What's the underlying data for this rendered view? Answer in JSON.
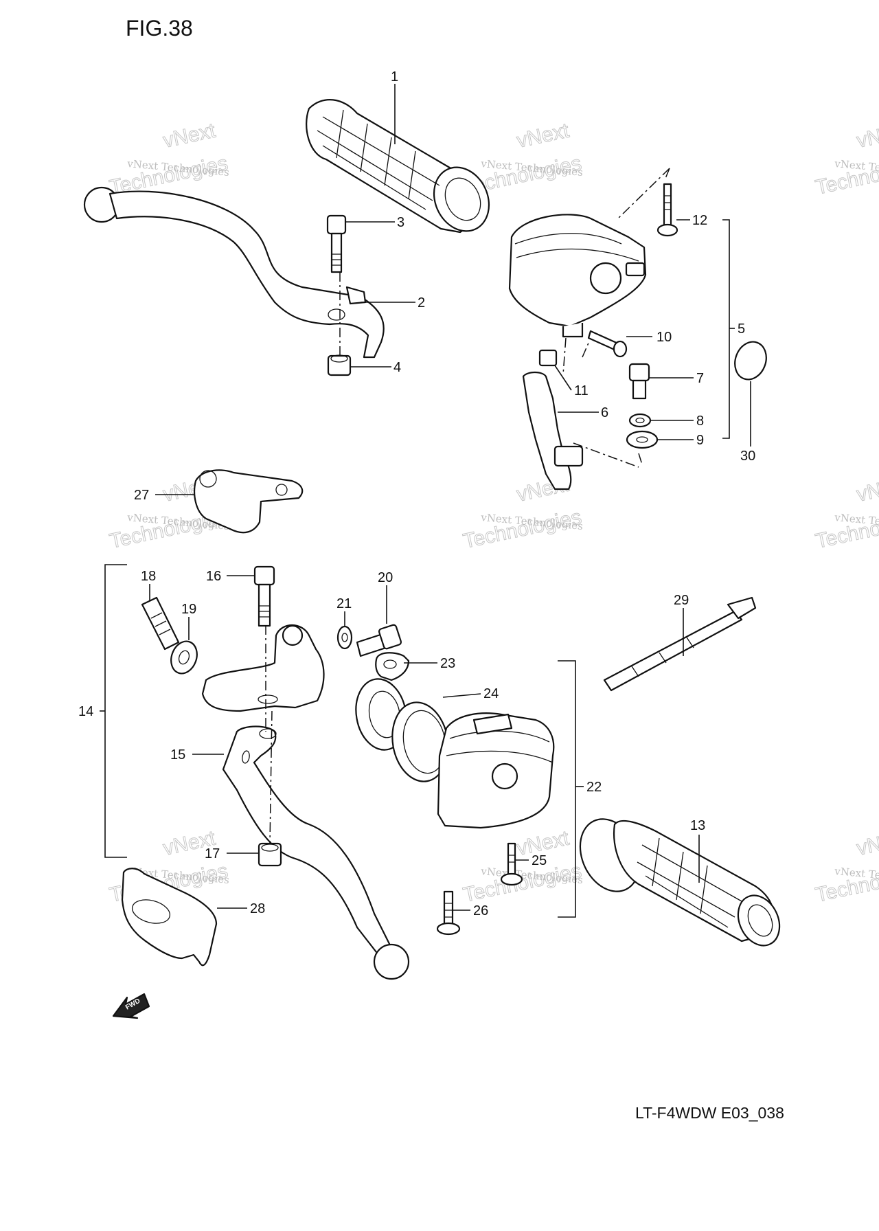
{
  "figure": {
    "title": "FIG.38",
    "code": "LT-F4WDW E03_038",
    "fwd_badge": "FWD"
  },
  "watermark": {
    "line1": "vNext",
    "line2": "vNext Technologies",
    "line3": "Technologies"
  },
  "callouts": [
    {
      "id": "1",
      "text": "1"
    },
    {
      "id": "2",
      "text": "2"
    },
    {
      "id": "3",
      "text": "3"
    },
    {
      "id": "4",
      "text": "4"
    },
    {
      "id": "5",
      "text": "5"
    },
    {
      "id": "6",
      "text": "6"
    },
    {
      "id": "7",
      "text": "7"
    },
    {
      "id": "8",
      "text": "8"
    },
    {
      "id": "9",
      "text": "9"
    },
    {
      "id": "10",
      "text": "10"
    },
    {
      "id": "11",
      "text": "11"
    },
    {
      "id": "12",
      "text": "12"
    },
    {
      "id": "13",
      "text": "13"
    },
    {
      "id": "14",
      "text": "14"
    },
    {
      "id": "15",
      "text": "15"
    },
    {
      "id": "16",
      "text": "16"
    },
    {
      "id": "17",
      "text": "17"
    },
    {
      "id": "18",
      "text": "18"
    },
    {
      "id": "19",
      "text": "19"
    },
    {
      "id": "20",
      "text": "20"
    },
    {
      "id": "21",
      "text": "21"
    },
    {
      "id": "22",
      "text": "22"
    },
    {
      "id": "23",
      "text": "23"
    },
    {
      "id": "24",
      "text": "24"
    },
    {
      "id": "25",
      "text": "25"
    },
    {
      "id": "26",
      "text": "26"
    },
    {
      "id": "27",
      "text": "27"
    },
    {
      "id": "28",
      "text": "28"
    },
    {
      "id": "29",
      "text": "29"
    },
    {
      "id": "30",
      "text": "30"
    }
  ]
}
